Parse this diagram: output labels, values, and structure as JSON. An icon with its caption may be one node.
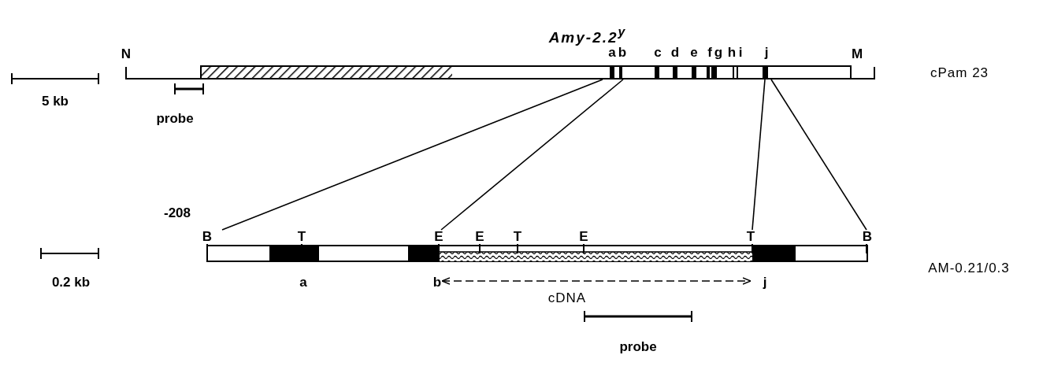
{
  "diagram": {
    "labels": [
      "Amy-2.2$^{y}$",
      "N",
      "a",
      "b",
      "c",
      "d",
      "e",
      "f",
      "g",
      "h",
      "i",
      "j",
      "M",
      "cPam 23",
      "5 kb",
      "probe",
      "-208",
      "B",
      "T",
      "E",
      "E",
      "T",
      "E",
      "T",
      "B",
      "AM-0.21/0.3",
      "0.2 kb",
      "a",
      "b",
      "j",
      "cDNA",
      "probe"
    ]
  }
}
